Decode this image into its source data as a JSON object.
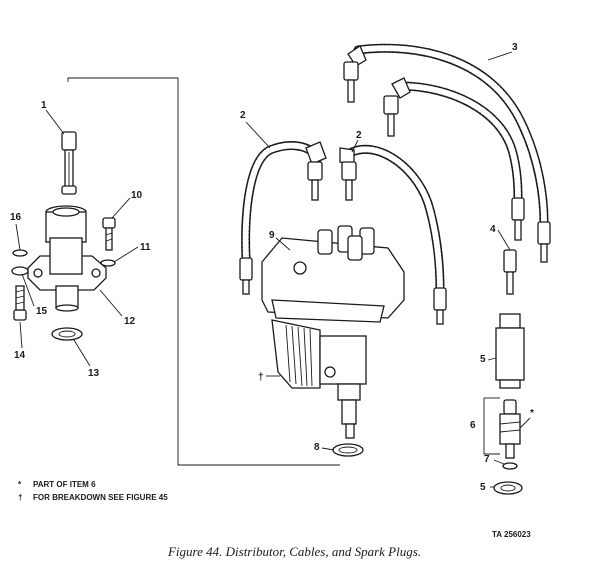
{
  "figure": {
    "caption": "Figure 44. Distributor, Cables, and Spark Plugs.",
    "ta_number": "TA 256023",
    "legend": {
      "star_symbol": "*",
      "star_text": "PART OF ITEM 6",
      "dagger_symbol": "†",
      "dagger_text": "FOR BREAKDOWN SEE FIGURE 45"
    },
    "callouts": {
      "c1": "1",
      "c2a": "2",
      "c2b": "2",
      "c3": "3",
      "c4": "4",
      "c5a": "5",
      "c5b": "5",
      "c6": "6",
      "c7": "7",
      "c8": "8",
      "c9": "9",
      "c10": "10",
      "c11": "11",
      "c12": "12",
      "c13": "13",
      "c14": "14",
      "c15": "15",
      "c16": "16",
      "dagger_mark": "†",
      "star_mark": "*"
    }
  }
}
